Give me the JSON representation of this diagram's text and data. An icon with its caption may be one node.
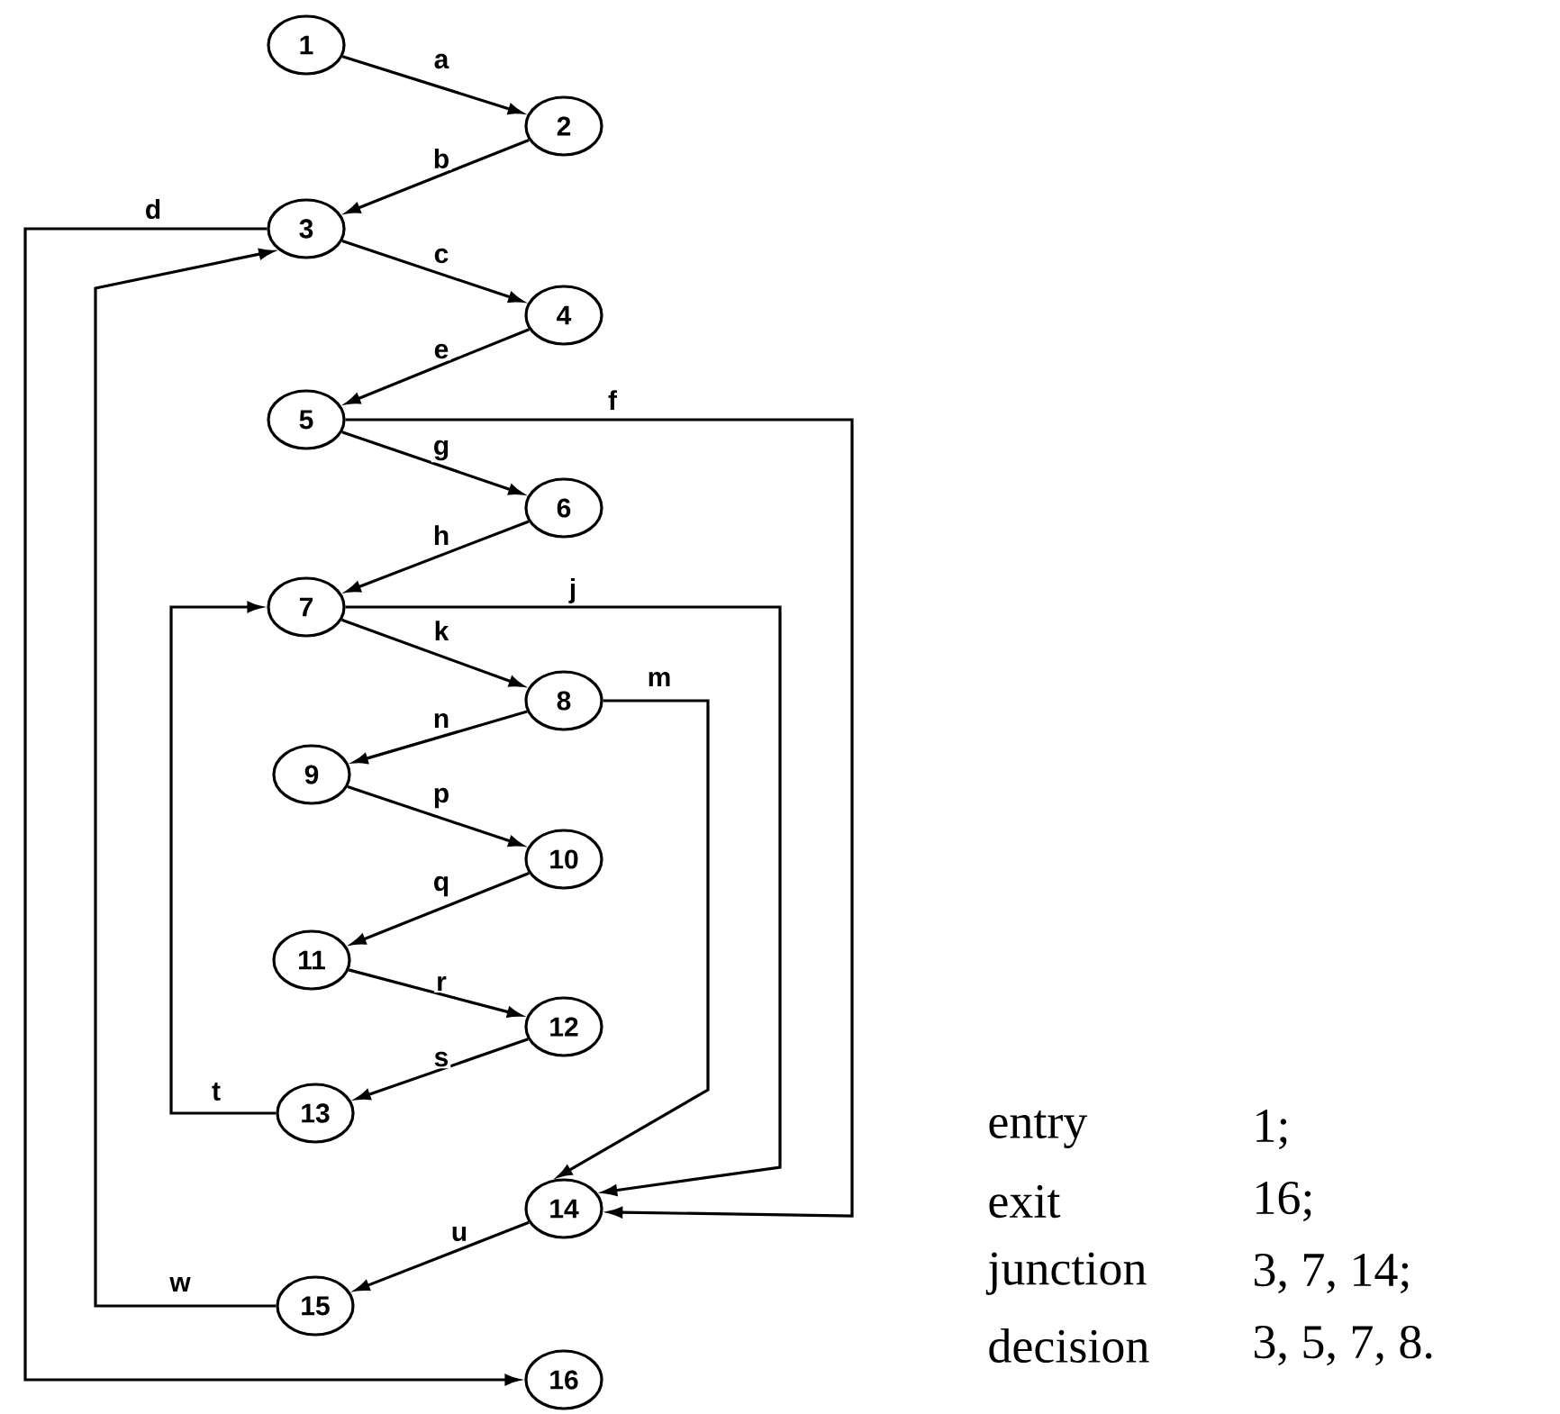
{
  "diagram": {
    "nodes": [
      {
        "text": [
          "1"
        ]
      },
      {
        "text": [
          "2"
        ]
      },
      {
        "text": [
          "3"
        ]
      },
      {
        "text": [
          "4"
        ]
      },
      {
        "text": [
          "5"
        ]
      },
      {
        "text": [
          "6"
        ]
      },
      {
        "text": [
          "7"
        ]
      },
      {
        "text": [
          "8"
        ]
      },
      {
        "text": [
          "9"
        ]
      },
      {
        "text": [
          "10"
        ]
      },
      {
        "text": [
          "11"
        ]
      },
      {
        "text": [
          "12"
        ]
      },
      {
        "text": [
          "13"
        ]
      },
      {
        "text": [
          "14"
        ]
      },
      {
        "text": [
          "15"
        ]
      },
      {
        "text": [
          "16"
        ]
      }
    ],
    "edges": [
      {
        "from": 0,
        "to": 1,
        "arrow": "to",
        "label": "a"
      },
      {
        "from": 1,
        "to": 2,
        "arrow": "to",
        "label": "b"
      },
      {
        "from": 2,
        "to": 3,
        "arrow": "to",
        "label": "c"
      },
      {
        "from": 2,
        "to": 15,
        "arrow": "to",
        "label": "d"
      },
      {
        "from": 3,
        "to": 4,
        "arrow": "to",
        "label": "e"
      },
      {
        "from": 4,
        "to": 13,
        "arrow": "to",
        "label": "f"
      },
      {
        "from": 4,
        "to": 5,
        "arrow": "to",
        "label": "g"
      },
      {
        "from": 5,
        "to": 6,
        "arrow": "to",
        "label": "h"
      },
      {
        "from": 6,
        "to": 13,
        "arrow": "to",
        "label": "j"
      },
      {
        "from": 6,
        "to": 7,
        "arrow": "to",
        "label": "k"
      },
      {
        "from": 7,
        "to": 13,
        "arrow": "to",
        "label": "m"
      },
      {
        "from": 7,
        "to": 8,
        "arrow": "to",
        "label": "n"
      },
      {
        "from": 8,
        "to": 9,
        "arrow": "to",
        "label": "p"
      },
      {
        "from": 9,
        "to": 10,
        "arrow": "to",
        "label": "q"
      },
      {
        "from": 10,
        "to": 11,
        "arrow": "to",
        "label": "r"
      },
      {
        "from": 11,
        "to": 12,
        "arrow": "to",
        "label": "s"
      },
      {
        "from": 12,
        "to": 6,
        "arrow": "to",
        "label": "t"
      },
      {
        "from": 13,
        "to": 14,
        "arrow": "to",
        "label": "u"
      },
      {
        "from": 14,
        "to": 2,
        "arrow": "to",
        "label": "w"
      }
    ],
    "labels": [
      "entry",
      "1;",
      "exit",
      "16;",
      "junction",
      "3, 7, 14;",
      "decision",
      "3, 5, 7, 8."
    ]
  }
}
